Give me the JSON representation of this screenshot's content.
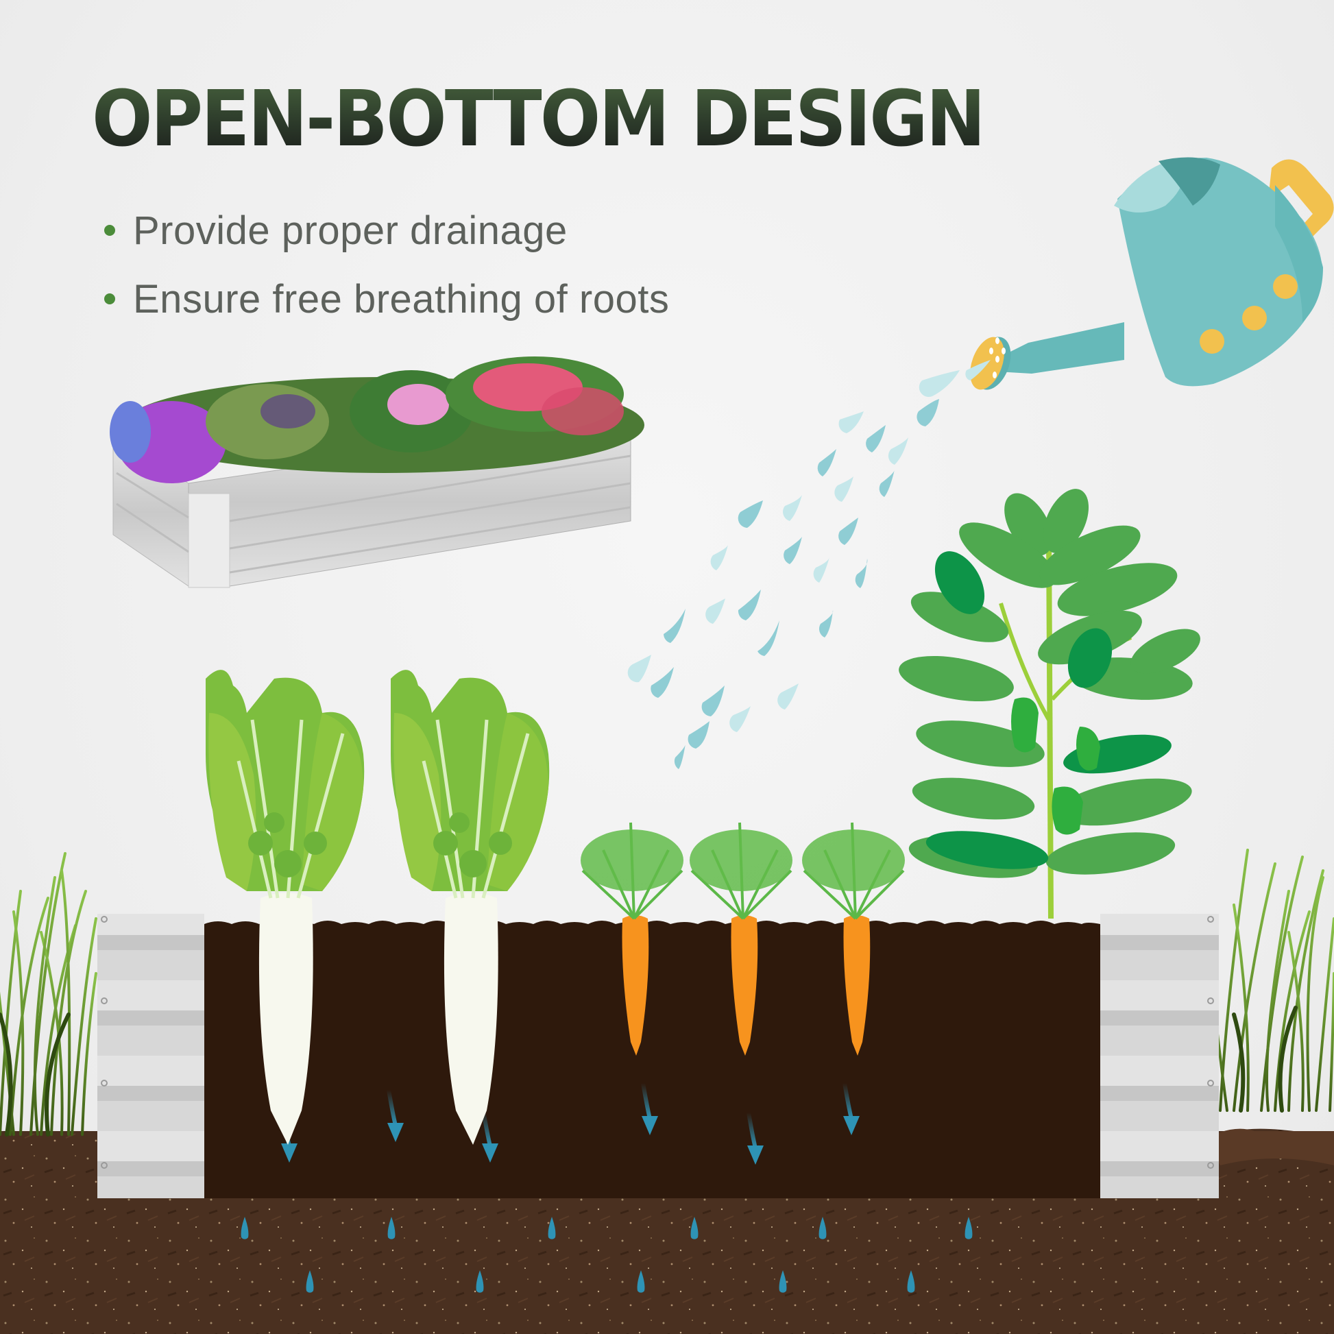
{
  "headline": "OPEN-BOTTOM DESIGN",
  "bullets": [
    {
      "text": "Provide proper drainage",
      "icon": "green-dot"
    },
    {
      "text": "Ensure free breathing of roots",
      "icon": "green-dot"
    }
  ],
  "illustration": {
    "product_photo": "galvanized-raised-garden-bed-with-flowers",
    "watering_can": {
      "body_color": "#76c2c3",
      "accent_color": "#f2c14e"
    },
    "water_drops_color": "#8fcdd4",
    "plants": [
      "radish",
      "radish",
      "carrot",
      "carrot",
      "carrot",
      "pepper-plant"
    ],
    "bed_soil_color": "#2e190c",
    "ground_soil_color": "#4a3020",
    "drain_arrow_color": "#2e93b5",
    "grass_color": "#5f8a2a"
  },
  "colors": {
    "headline_gradient_top": "#445e3b",
    "headline_gradient_bottom": "#1c1f1c",
    "bullet_dot": "#4b8c3a",
    "bullet_text": "#5d615c",
    "background": "#efefef"
  }
}
